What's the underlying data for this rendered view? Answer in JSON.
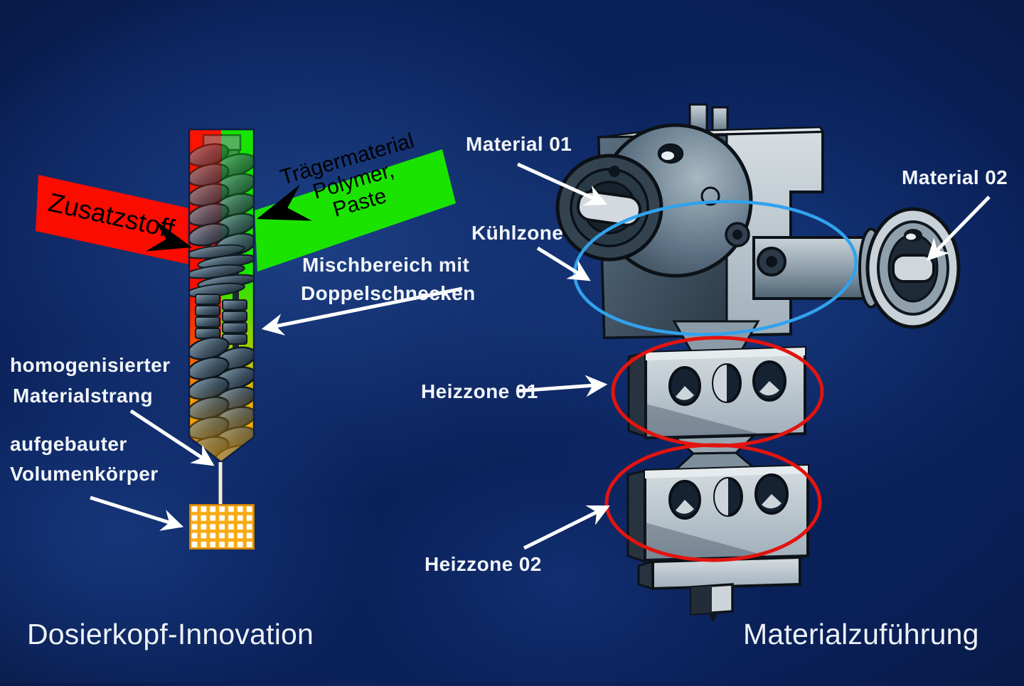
{
  "colors": {
    "background": "#0a2058",
    "banner_red": "#fa0c00",
    "banner_green": "#1be300",
    "cooling_ellipse": "#31a2ee",
    "heating_ellipse": "#e21410",
    "grid_orange": "#f8ab12",
    "nozzle_orange": "#f7a404",
    "strand": "#f3ecd4",
    "label_text": "#f2f5f8",
    "banner_text": "#000000"
  },
  "left_panel": {
    "title": "Dosierkopf-Innovation",
    "banner_additive": {
      "label": "Zusatzstoff"
    },
    "banner_carrier": {
      "line1": "Trägermaterial",
      "line2": "Polymer,",
      "line3": "Paste"
    },
    "label_mixing": {
      "line1": "Mischbereich mit",
      "line2": "Doppelschnecken"
    },
    "label_strand": {
      "line1": "homogenisierter",
      "line2": "Materialstrang"
    },
    "label_volume": {
      "line1": "aufgebauter",
      "line2": "Volumenkörper"
    }
  },
  "right_panel": {
    "title": "Materialzuführung",
    "label_material01": "Material 01",
    "label_material02": "Material 02",
    "label_cooling": "Kühlzone",
    "label_heat01": "Heizzone 01",
    "label_heat02": "Heizzone 02"
  }
}
